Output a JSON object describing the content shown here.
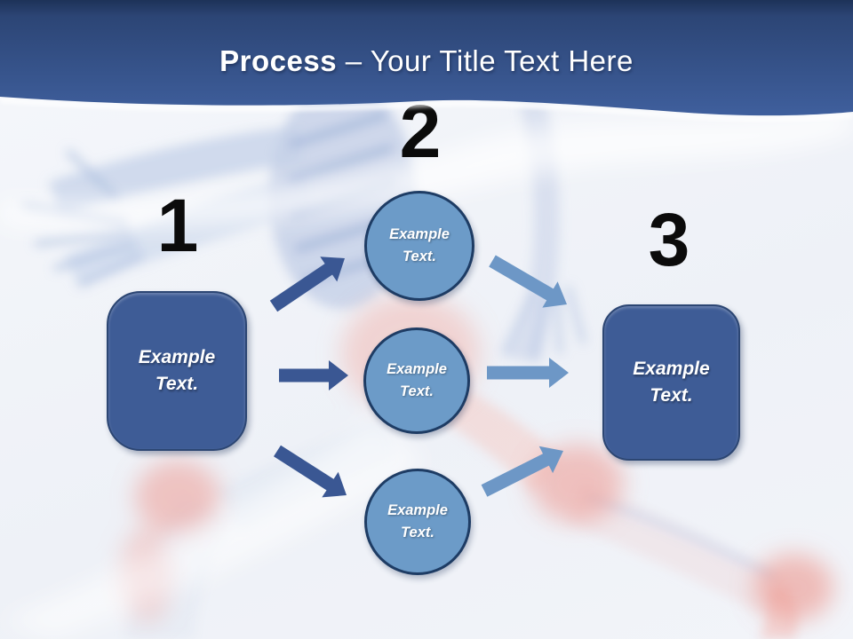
{
  "title": {
    "bold": "Process",
    "rest": " – Your Title Text Here"
  },
  "process": {
    "step_numbers": [
      "1",
      "2",
      "3"
    ],
    "left_box": {
      "label": "Example Text."
    },
    "circles": [
      {
        "label": "Example Text."
      },
      {
        "label": "Example Text."
      },
      {
        "label": "Example Text."
      }
    ],
    "right_box": {
      "label": "Example Text."
    }
  },
  "colors": {
    "header_top": "#1d3258",
    "header_bottom": "#3f5f9d",
    "box_fill": "#3e5c96",
    "box_border": "#2c4673",
    "circle_fill": "#6c9bc8",
    "circle_border": "#1e3c64",
    "arrow_dark": "#3a5793",
    "arrow_light": "#6d97c6",
    "number_color": "#0b0b0b",
    "text_color": "#ffffff"
  }
}
